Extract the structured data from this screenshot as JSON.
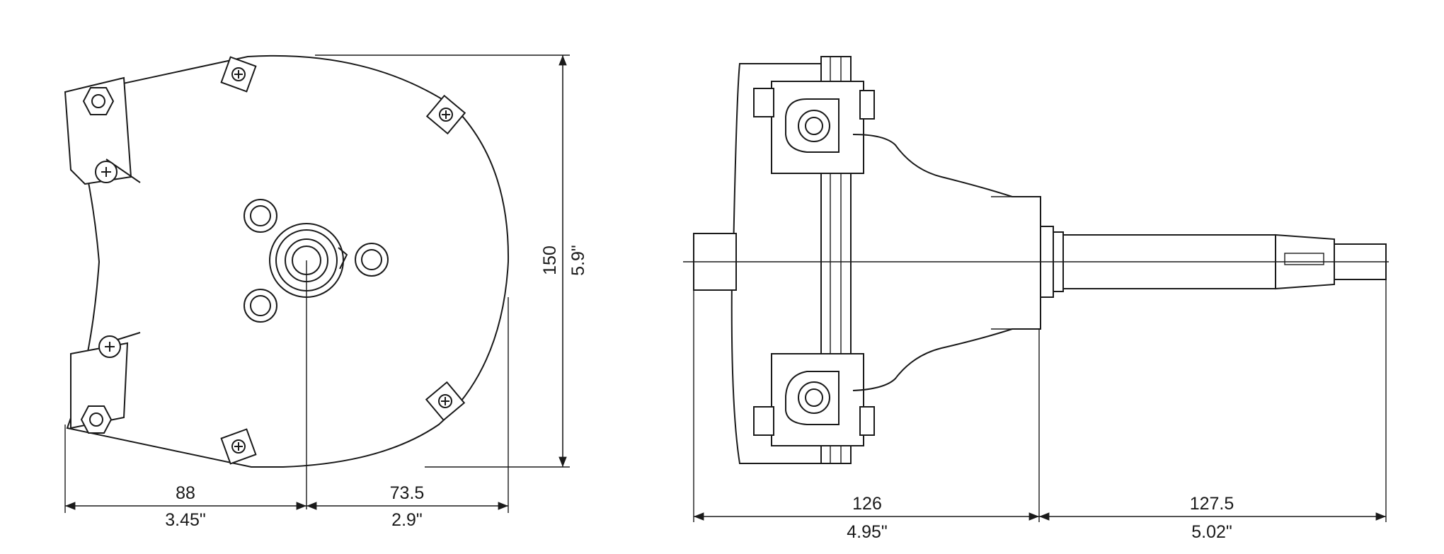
{
  "front_view": {
    "width_left_mm": "88",
    "width_left_in": "3.45\"",
    "width_right_mm": "73.5",
    "width_right_in": "2.9\"",
    "height_mm": "150",
    "height_in": "5.9\""
  },
  "side_view": {
    "body_length_mm": "126",
    "body_length_in": "4.95\"",
    "shaft_length_mm": "127.5",
    "shaft_length_in": "5.02\""
  },
  "colors": {
    "line": "#1a1a1a",
    "background": "#ffffff"
  }
}
